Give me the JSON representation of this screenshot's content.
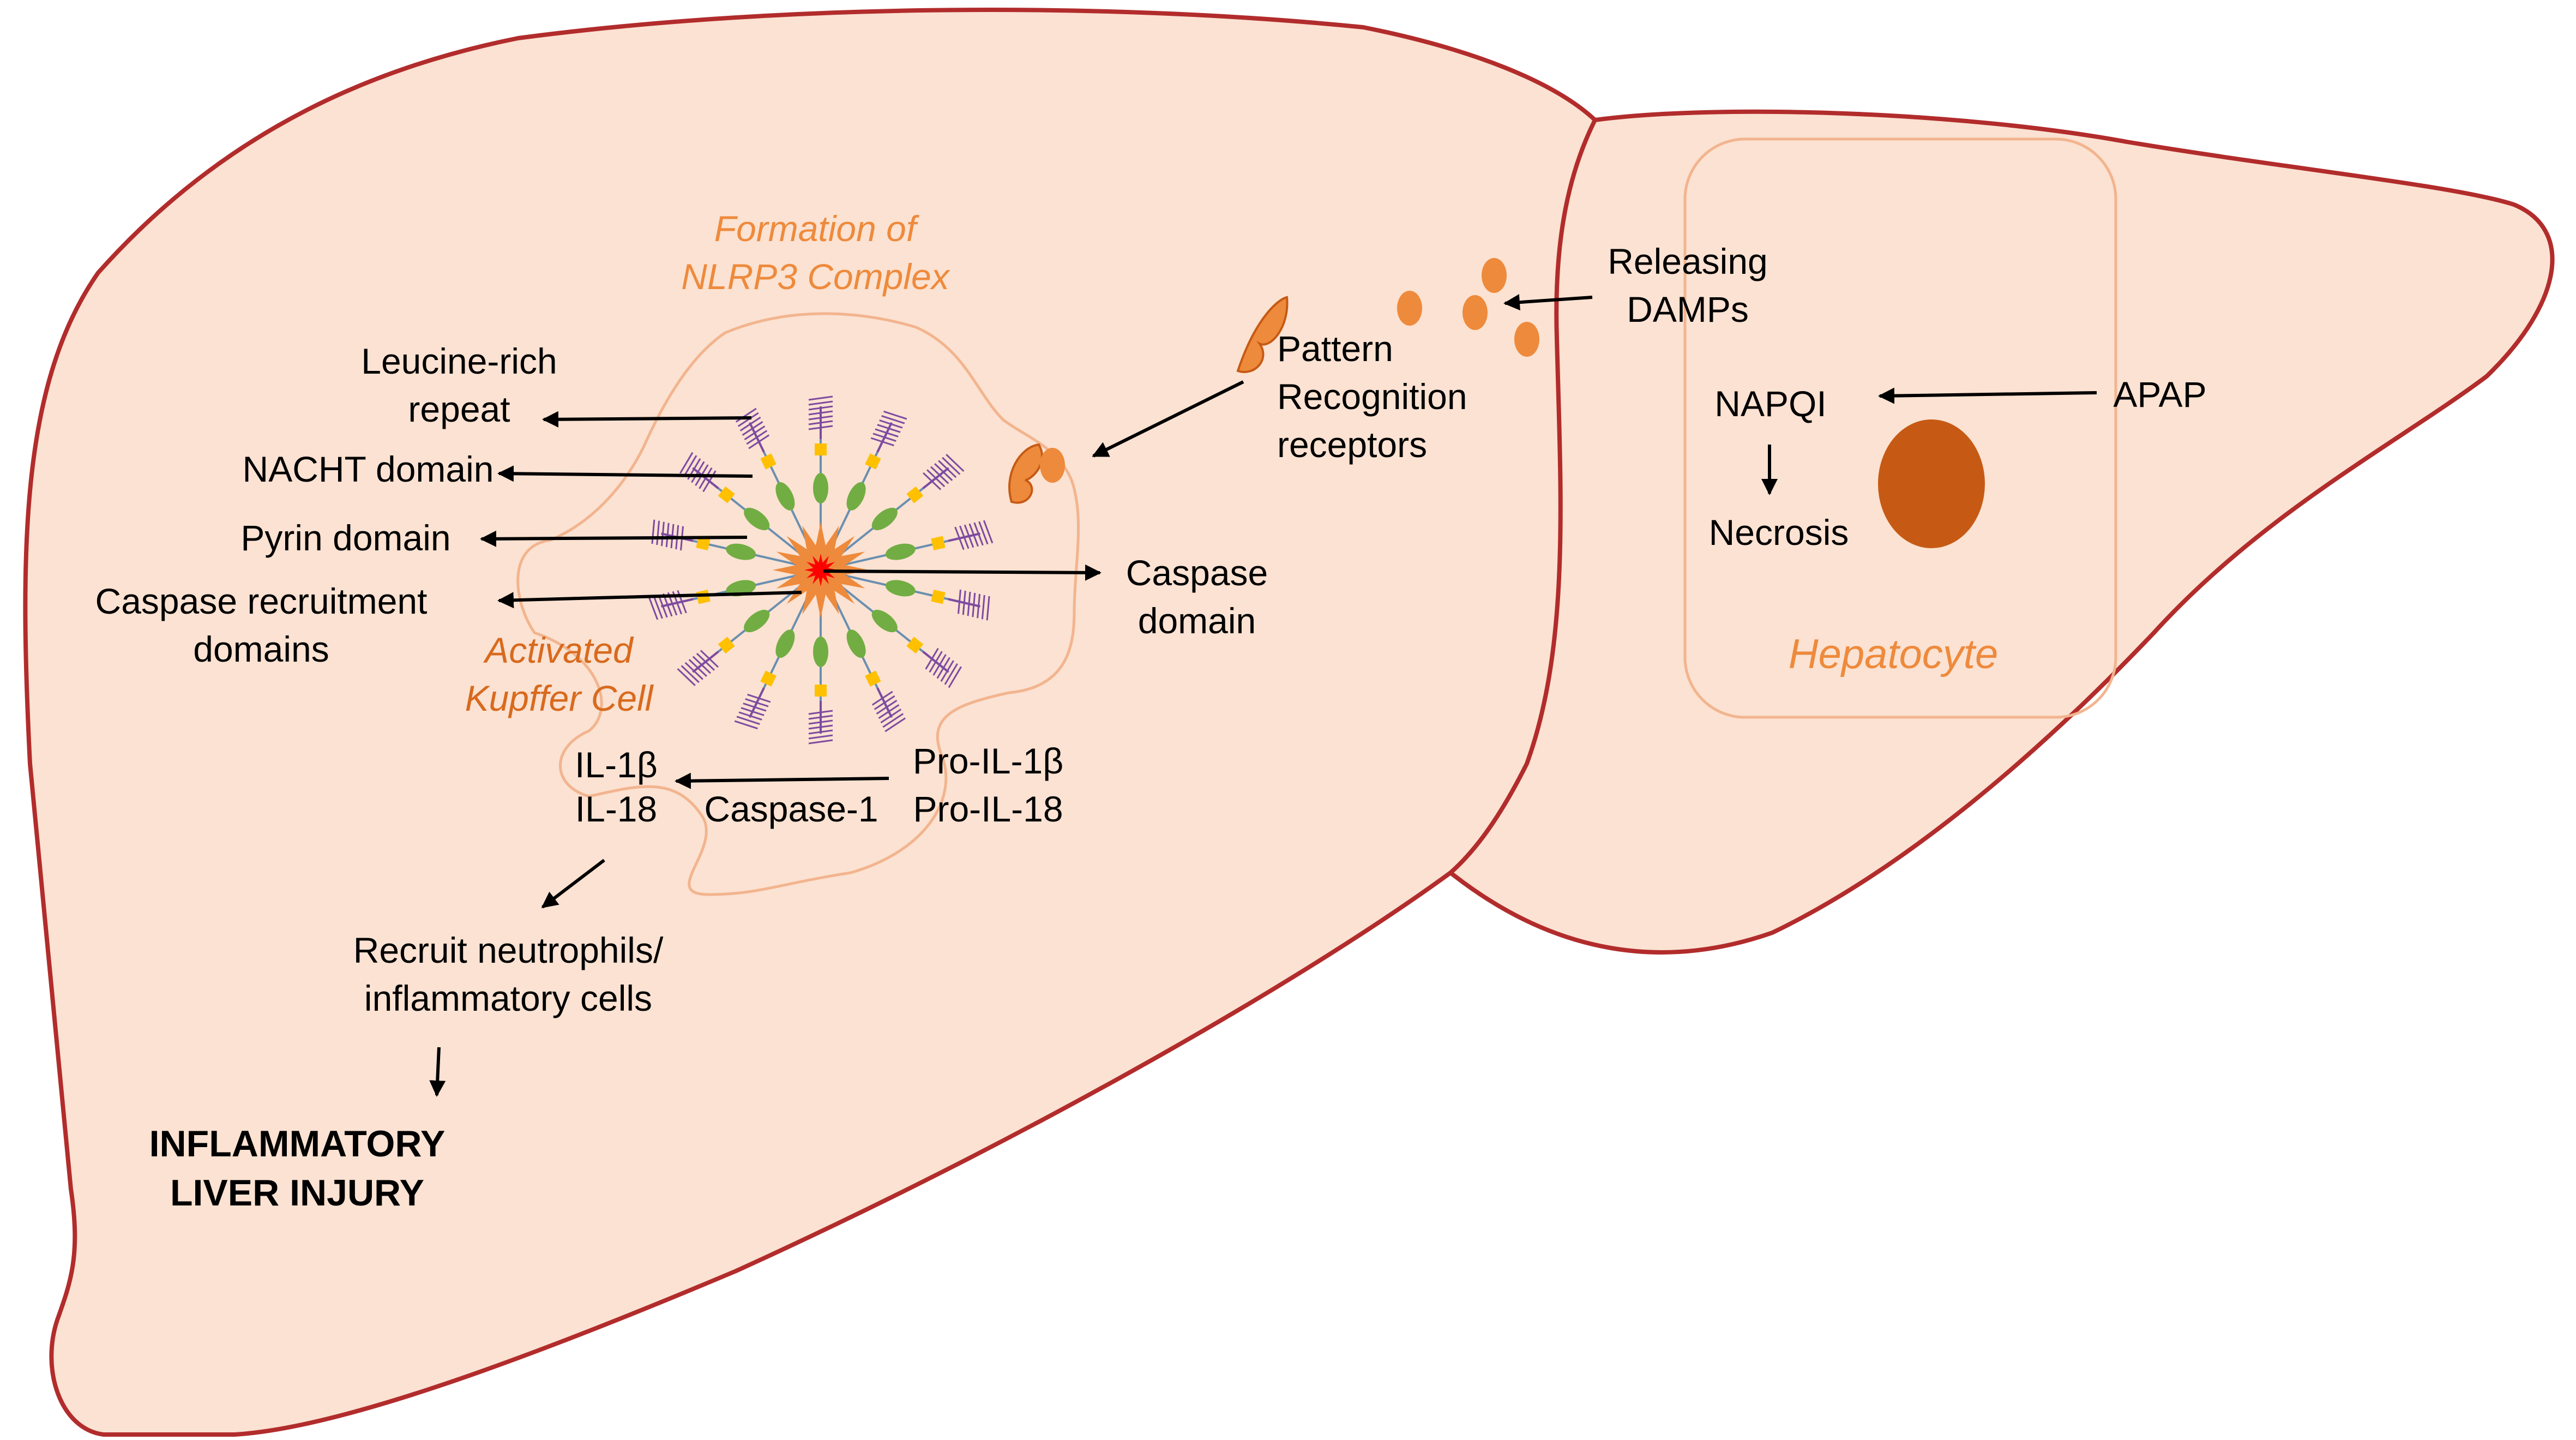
{
  "colors": {
    "liver_fill": "#fbe2d2",
    "liver_stroke": "#b22c2c",
    "cell_stroke": "#f2b48e",
    "accent_orange": "#ee8a3c",
    "nucleus": "#c65a14",
    "core_red": "#ff0000",
    "nacht_green": "#72ad43",
    "pyrin_yellow": "#ffc000",
    "lrr_purple": "#7e4aa0"
  },
  "labels": {
    "formation": [
      "Formation of",
      "NLRP3 Complex"
    ],
    "leucine": [
      "Leucine-rich",
      "repeat"
    ],
    "nacht": "NACHT domain",
    "pyrin": "Pyrin domain",
    "card": [
      "Caspase recruitment",
      "domains"
    ],
    "activated": [
      "Activated",
      "Kupffer Cell"
    ],
    "caspase_domain": [
      "Caspase",
      "domain"
    ],
    "prr": [
      "Pattern",
      "Recognition",
      "receptors"
    ],
    "damps": [
      "Releasing",
      "DAMPs"
    ],
    "apap": "APAP",
    "napqi": "NAPQI",
    "necrosis": "Necrosis",
    "hepatocyte": "Hepatocyte",
    "il": [
      "IL-1β",
      "IL-18"
    ],
    "pro": [
      "Pro-IL-1β",
      "Pro-IL-18"
    ],
    "caspase1": "Caspase-1",
    "recruit": [
      "Recruit neutrophils/",
      "inflammatory cells"
    ],
    "injury": [
      "INFLAMMATORY",
      "LIVER INJURY"
    ]
  }
}
